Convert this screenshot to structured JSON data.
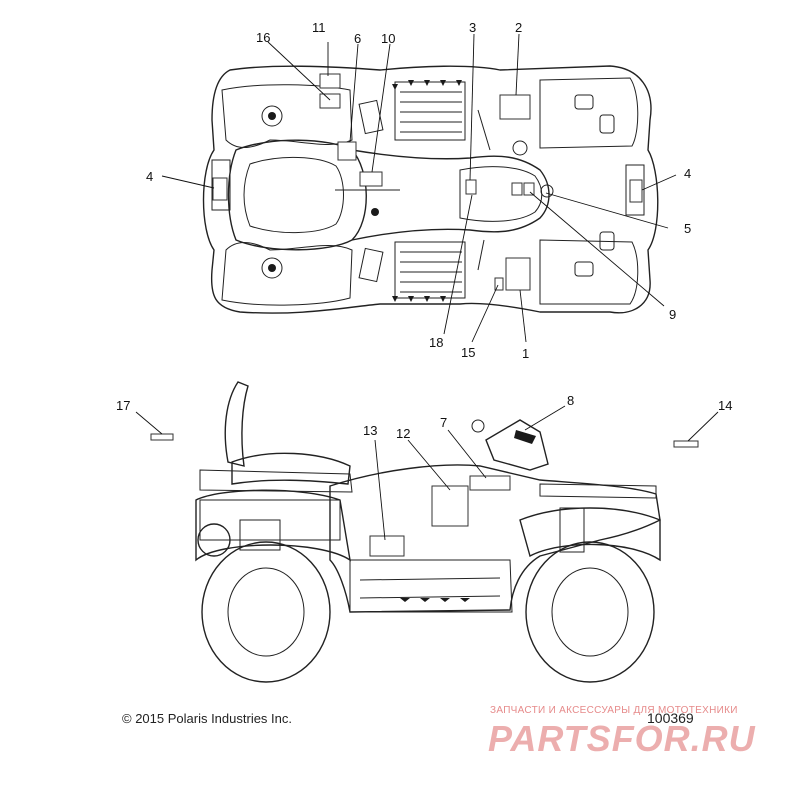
{
  "callouts": [
    {
      "id": "c1",
      "label": "1"
    },
    {
      "id": "c2",
      "label": "2"
    },
    {
      "id": "c3",
      "label": "3"
    },
    {
      "id": "c4a",
      "label": "4"
    },
    {
      "id": "c4b",
      "label": "4"
    },
    {
      "id": "c5",
      "label": "5"
    },
    {
      "id": "c6",
      "label": "6"
    },
    {
      "id": "c7",
      "label": "7"
    },
    {
      "id": "c8",
      "label": "8"
    },
    {
      "id": "c9",
      "label": "9"
    },
    {
      "id": "c10",
      "label": "10"
    },
    {
      "id": "c11",
      "label": "11"
    },
    {
      "id": "c12",
      "label": "12"
    },
    {
      "id": "c13",
      "label": "13"
    },
    {
      "id": "c14",
      "label": "14"
    },
    {
      "id": "c15",
      "label": "15"
    },
    {
      "id": "c16",
      "label": "16"
    },
    {
      "id": "c17",
      "label": "17"
    },
    {
      "id": "c18",
      "label": "18"
    }
  ],
  "footer": {
    "copyright": "© 2015  Polaris Industries Inc.",
    "doc_number": "100369"
  },
  "watermark": {
    "tagline": "ЗАПЧАСТИ И АКСЕССУАРЫ ДЛЯ МОТОТЕХНИКИ",
    "logo": "PARTSFOR.RU"
  }
}
